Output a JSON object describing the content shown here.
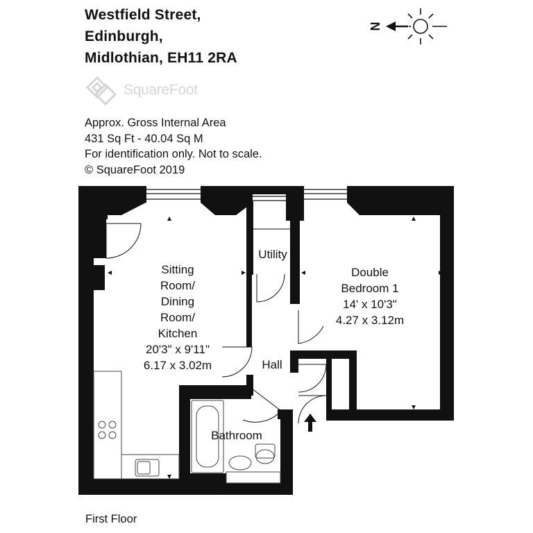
{
  "address": {
    "line1": "Westfield Street,",
    "line2": "Edinburgh,",
    "line3": "Midlothian, EH11 2RA"
  },
  "logo": {
    "text": "SquareFoot"
  },
  "compass": {
    "label": "N"
  },
  "info": {
    "area_title": "Approx. Gross Internal Area",
    "area_values": "431 Sq Ft  -  40.04 Sq M",
    "disclaimer": "For identification only. Not to scale.",
    "copyright": "© SquareFoot 2019"
  },
  "rooms": {
    "sitting": {
      "line1": "Sitting",
      "line2": "Room/",
      "line3": "Dining",
      "line4": "Room/",
      "line5": "Kitchen",
      "dim_imperial": "20'3\" x 9'11\"",
      "dim_metric": "6.17 x 3.02m"
    },
    "utility": {
      "name": "Utility"
    },
    "bedroom": {
      "line1": "Double",
      "line2": "Bedroom 1",
      "dim_imperial": "14' x 10'3\"",
      "dim_metric": "4.27 x 3.12m"
    },
    "hall": {
      "name": "Hall"
    },
    "bathroom": {
      "name": "Bathroom"
    }
  },
  "floor_label": "First Floor",
  "colors": {
    "wall": "#111111",
    "logo": "#d6d6d6",
    "fixture": "#444444"
  }
}
